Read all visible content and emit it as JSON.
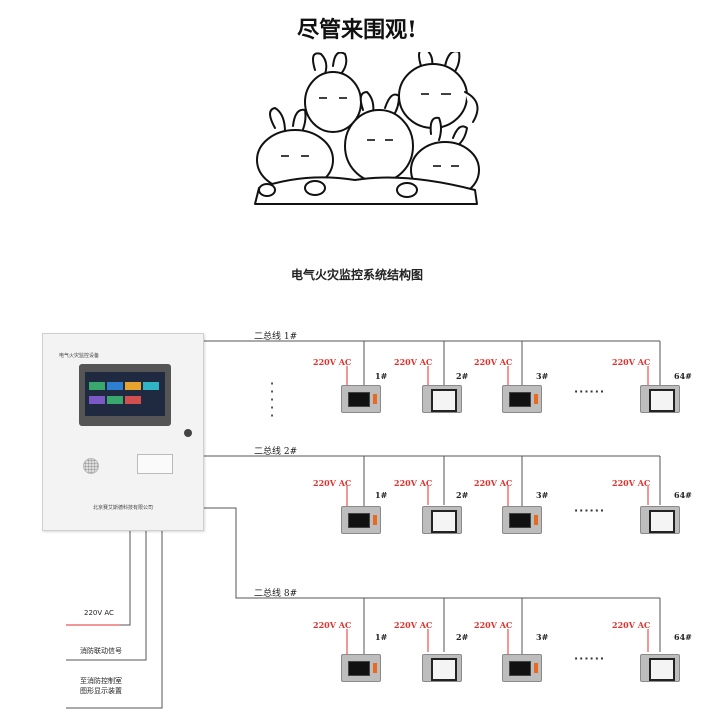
{
  "meme": {
    "caption": "尽管来围观!",
    "image_icon": "crowd-of-rabbits-illustration"
  },
  "diagram": {
    "title": "电气火灾监控系统结构图",
    "cabinet": {
      "label": "电气火灾监控设备",
      "company": "北京赛艾斯德科技有限公司"
    },
    "buses": [
      {
        "label": "二总线 1#",
        "nodes": [
          {
            "power": "220V AC",
            "num": "1#",
            "style": "h"
          },
          {
            "power": "220V AC",
            "num": "2#",
            "style": "v"
          },
          {
            "power": "220V AC",
            "num": "3#",
            "style": "h"
          },
          {
            "power": "220V AC",
            "num": "64#",
            "style": "v"
          }
        ]
      },
      {
        "label": "二总线 2#",
        "nodes": [
          {
            "power": "220V AC",
            "num": "1#",
            "style": "h"
          },
          {
            "power": "220V AC",
            "num": "2#",
            "style": "v"
          },
          {
            "power": "220V AC",
            "num": "3#",
            "style": "h"
          },
          {
            "power": "220V AC",
            "num": "64#",
            "style": "v"
          }
        ]
      },
      {
        "label": "二总线 8#",
        "nodes": [
          {
            "power": "220V AC",
            "num": "1#",
            "style": "h"
          },
          {
            "power": "220V AC",
            "num": "2#",
            "style": "v"
          },
          {
            "power": "220V AC",
            "num": "3#",
            "style": "h"
          },
          {
            "power": "220V AC",
            "num": "64#",
            "style": "v"
          }
        ]
      }
    ],
    "ellipsis": "······",
    "vertical_ellipsis": "⋮",
    "outputs": {
      "power_in": "220V AC",
      "fire_link": "消防联动信号",
      "to_control_line1": "至消防控制室",
      "to_control_line2": "图形显示装置"
    },
    "colors": {
      "power_text": "#e0322d",
      "wire": "#555555",
      "power_wire": "#e0322d",
      "device_accent": "#e86a1f"
    }
  }
}
